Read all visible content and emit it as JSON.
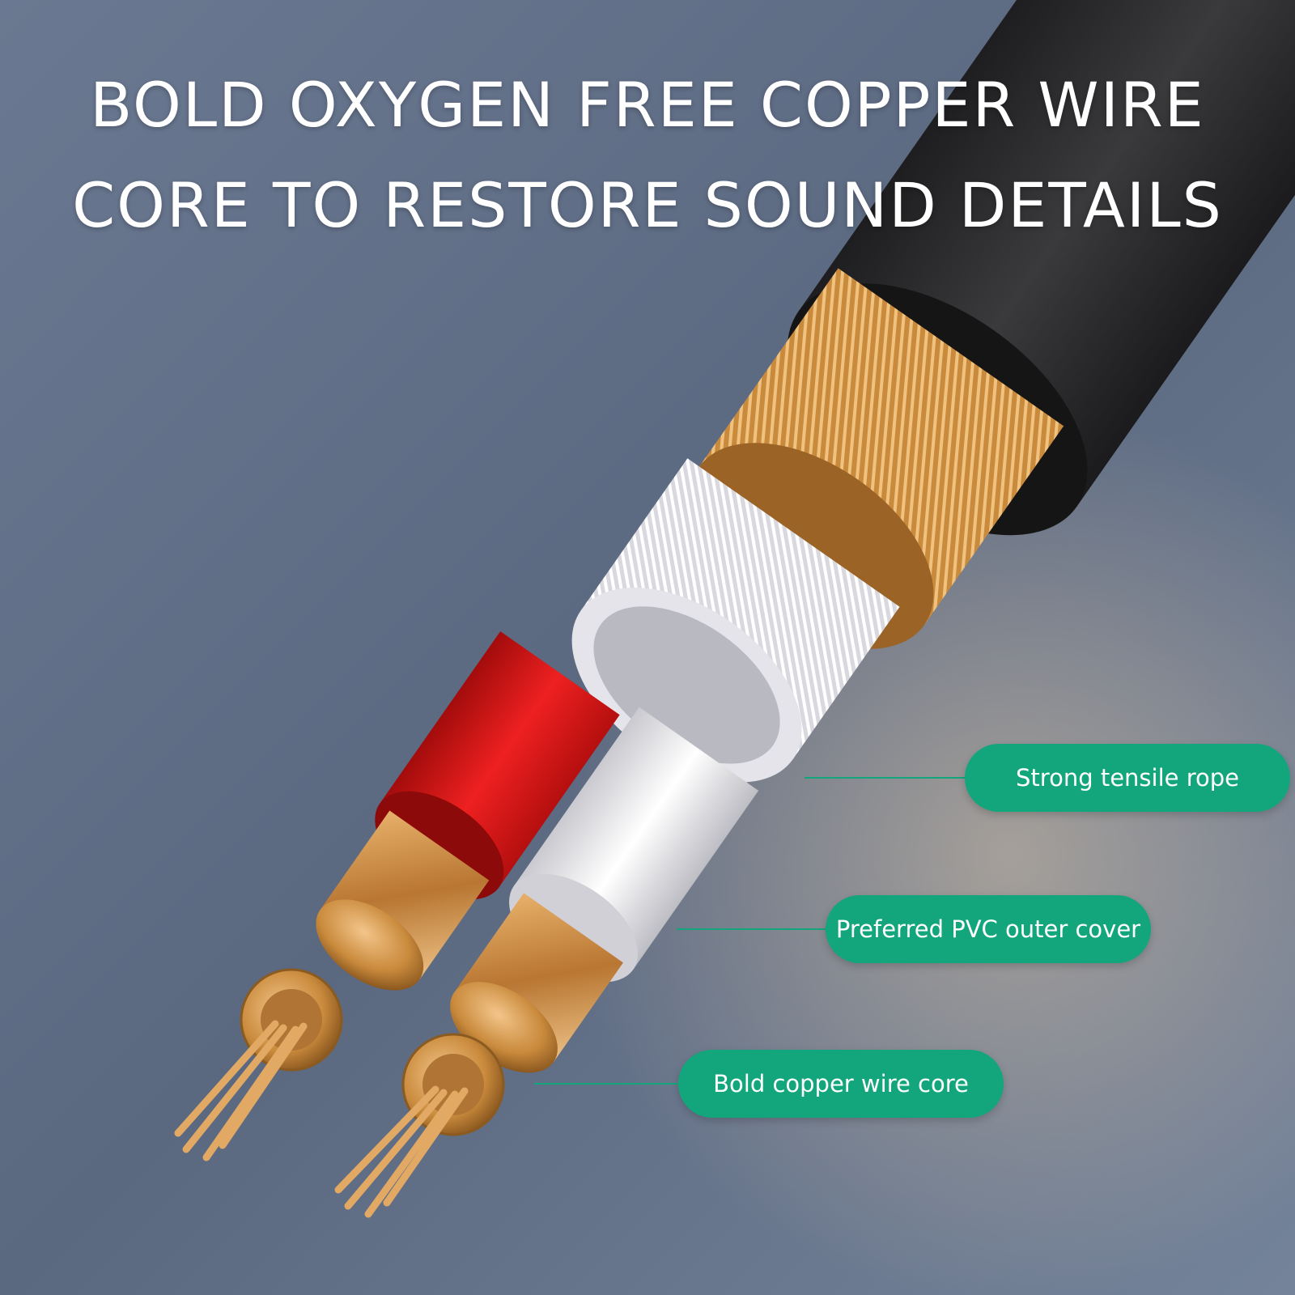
{
  "headline": {
    "line1": "BOLD OXYGEN FREE COPPER WIRE",
    "line2": "CORE TO RESTORE SOUND DETAILS"
  },
  "callouts": [
    {
      "label": "Strong tensile rope"
    },
    {
      "label": "Preferred PVC outer cover"
    },
    {
      "label": "Bold copper wire core"
    }
  ],
  "colors": {
    "background": "#5f6e84",
    "callout_fill": "#13a67c",
    "jacket": "#2a2a2c",
    "copper": "#c98a3c",
    "shield_white": "#e8e8ec",
    "red_insulation": "#d81414",
    "white_insulation": "#f4f4f4"
  }
}
